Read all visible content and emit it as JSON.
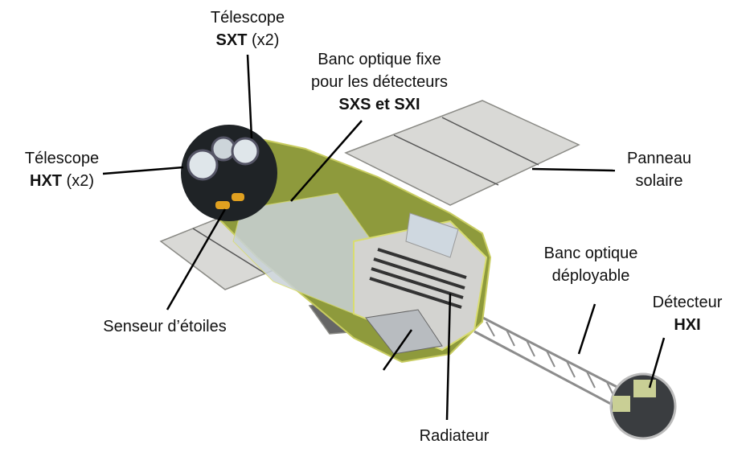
{
  "labels": {
    "sxt": {
      "line1": "Télescope",
      "name": "SXT",
      "suffix": " (x2)"
    },
    "banc_fixe": {
      "line1": "Banc optique fixe",
      "line2": "pour les détecteurs",
      "name": "SXS et SXI"
    },
    "hxt": {
      "line1": "Télescope",
      "name": "HXT",
      "suffix": " (x2)"
    },
    "panneau": {
      "line1": "Panneau",
      "line2": "solaire"
    },
    "banc_deployable": {
      "line1": "Banc optique",
      "line2": "déployable"
    },
    "hxi": {
      "line1": "Détecteur",
      "name": "HXI"
    },
    "senseur": {
      "line1": "Senseur d’étoiles"
    },
    "radiateur": {
      "line1": "Radiateur"
    }
  }
}
